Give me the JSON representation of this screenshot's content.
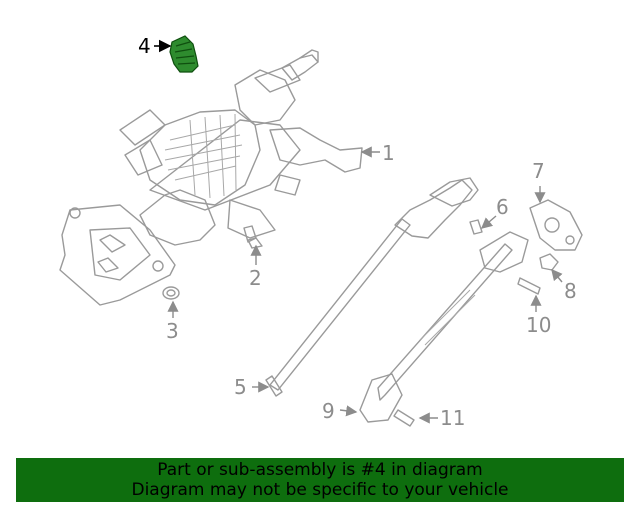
{
  "callouts": {
    "c1": "1",
    "c2": "2",
    "c3": "3",
    "c4": "4",
    "c5": "5",
    "c6": "6",
    "c7": "7",
    "c8": "8",
    "c9": "9",
    "c10": "10",
    "c11": "11"
  },
  "highlight_color": "#2e8b2e",
  "banner": {
    "line1": "Part or sub-assembly is #4 in diagram",
    "line2": "Diagram may not be specific to your vehicle",
    "background": "#0e6e0e"
  }
}
